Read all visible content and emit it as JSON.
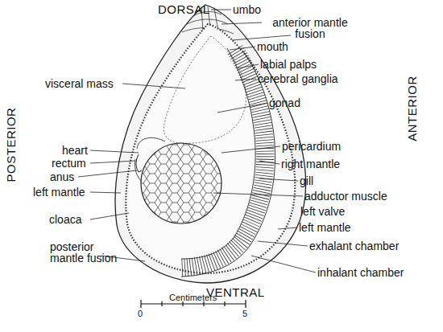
{
  "diagram": {
    "labels": [
      "DORSAL",
      "umbo",
      "anterior mantle fusion",
      "mouth",
      "labial palps",
      "cerebral ganglia",
      "visceral mass",
      "gonad",
      "heart",
      "pericardium",
      "rectum",
      "right mantle",
      "anus",
      "gill",
      "left mantle",
      "adductor muscle",
      "left valve",
      "cloaca",
      "left mantle",
      "posterior mantle fusion",
      "exhalant chamber",
      "inhalant chamber",
      "VENTRAL",
      "POSTERIOR",
      "ANTERIOR",
      "0",
      "Centimeters",
      "5"
    ]
  }
}
